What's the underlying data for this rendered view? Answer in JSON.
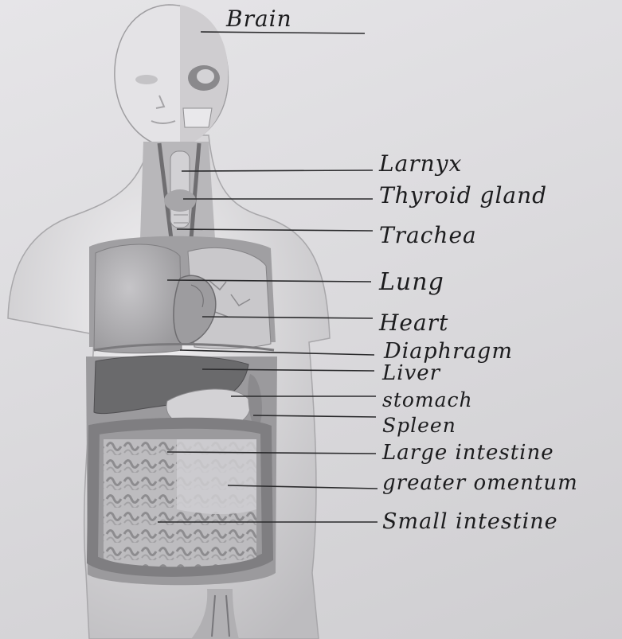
{
  "diagram": {
    "labels": {
      "brain": "Brain",
      "larynx": "Larnyx",
      "thyroid_gland": "Thyroid gland",
      "trachea": "Trachea",
      "lung": "Lung",
      "heart": "Heart",
      "diaphragm": "Diaphragm",
      "liver": "Liver",
      "stomach": "stomach",
      "spleen": "Spleen",
      "large_intestine": "Large intestine",
      "greater_omentum": "greater omentum",
      "small_intestine": "Small intestine"
    },
    "colors": {
      "paper": "#e2e1e4",
      "skin": "#ebeaec",
      "organ_dark": "#6a6a6c",
      "organ_mid": "#a9a9ab",
      "ink": "#1c1c1e"
    }
  }
}
